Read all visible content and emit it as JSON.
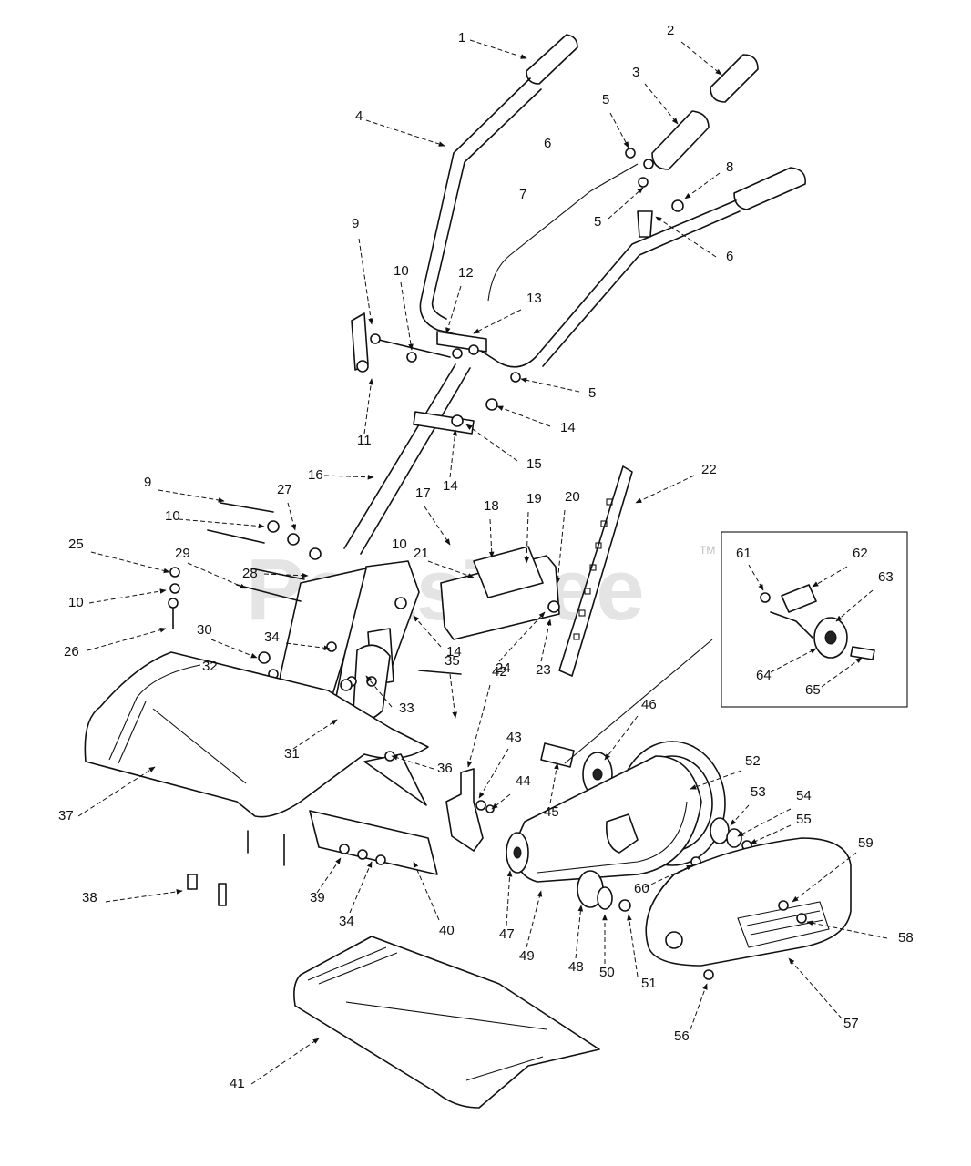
{
  "watermark": {
    "text": "PartsTree",
    "trademark": "TM"
  },
  "callouts": [
    {
      "id": "c1",
      "label": "1"
    },
    {
      "id": "c2",
      "label": "2"
    },
    {
      "id": "c3",
      "label": "3"
    },
    {
      "id": "c4",
      "label": "4"
    },
    {
      "id": "c5a",
      "label": "5"
    },
    {
      "id": "c6a",
      "label": "6"
    },
    {
      "id": "c7",
      "label": "7"
    },
    {
      "id": "c8",
      "label": "8"
    },
    {
      "id": "c5b",
      "label": "5"
    },
    {
      "id": "c6b",
      "label": "6"
    },
    {
      "id": "c9a",
      "label": "9"
    },
    {
      "id": "c10a",
      "label": "10"
    },
    {
      "id": "c12",
      "label": "12"
    },
    {
      "id": "c13",
      "label": "13"
    },
    {
      "id": "c5c",
      "label": "5"
    },
    {
      "id": "c11",
      "label": "11"
    },
    {
      "id": "c14a",
      "label": "14"
    },
    {
      "id": "c15",
      "label": "15"
    },
    {
      "id": "c14b",
      "label": "14"
    },
    {
      "id": "c16",
      "label": "16"
    },
    {
      "id": "c22",
      "label": "22"
    },
    {
      "id": "c9b",
      "label": "9"
    },
    {
      "id": "c27",
      "label": "27"
    },
    {
      "id": "c17",
      "label": "17"
    },
    {
      "id": "c18",
      "label": "18"
    },
    {
      "id": "c19",
      "label": "19"
    },
    {
      "id": "c20",
      "label": "20"
    },
    {
      "id": "c10b",
      "label": "10"
    },
    {
      "id": "c10c",
      "label": "10"
    },
    {
      "id": "c25",
      "label": "25"
    },
    {
      "id": "c29",
      "label": "29"
    },
    {
      "id": "c21",
      "label": "21"
    },
    {
      "id": "c28",
      "label": "28"
    },
    {
      "id": "c10d",
      "label": "10"
    },
    {
      "id": "c26",
      "label": "26"
    },
    {
      "id": "c34a",
      "label": "34"
    },
    {
      "id": "c14c",
      "label": "14"
    },
    {
      "id": "c24",
      "label": "24"
    },
    {
      "id": "c23",
      "label": "23"
    },
    {
      "id": "c30",
      "label": "30"
    },
    {
      "id": "c35",
      "label": "35"
    },
    {
      "id": "c32",
      "label": "32"
    },
    {
      "id": "c33",
      "label": "33"
    },
    {
      "id": "c31",
      "label": "31"
    },
    {
      "id": "c42",
      "label": "42"
    },
    {
      "id": "c43",
      "label": "43"
    },
    {
      "id": "c46",
      "label": "46"
    },
    {
      "id": "c36",
      "label": "36"
    },
    {
      "id": "c44",
      "label": "44"
    },
    {
      "id": "c45",
      "label": "45"
    },
    {
      "id": "c52",
      "label": "52"
    },
    {
      "id": "c53",
      "label": "53"
    },
    {
      "id": "c54",
      "label": "54"
    },
    {
      "id": "c55",
      "label": "55"
    },
    {
      "id": "c37",
      "label": "37"
    },
    {
      "id": "c59",
      "label": "59"
    },
    {
      "id": "c60",
      "label": "60"
    },
    {
      "id": "c38",
      "label": "38"
    },
    {
      "id": "c39",
      "label": "39"
    },
    {
      "id": "c34b",
      "label": "34"
    },
    {
      "id": "c40",
      "label": "40"
    },
    {
      "id": "c47",
      "label": "47"
    },
    {
      "id": "c49",
      "label": "49"
    },
    {
      "id": "c48",
      "label": "48"
    },
    {
      "id": "c50",
      "label": "50"
    },
    {
      "id": "c51",
      "label": "51"
    },
    {
      "id": "c58",
      "label": "58"
    },
    {
      "id": "c57",
      "label": "57"
    },
    {
      "id": "c56",
      "label": "56"
    },
    {
      "id": "c41",
      "label": "41"
    },
    {
      "id": "c61",
      "label": "61"
    },
    {
      "id": "c62",
      "label": "62"
    },
    {
      "id": "c63",
      "label": "63"
    },
    {
      "id": "c64",
      "label": "64"
    },
    {
      "id": "c65",
      "label": "65"
    }
  ]
}
